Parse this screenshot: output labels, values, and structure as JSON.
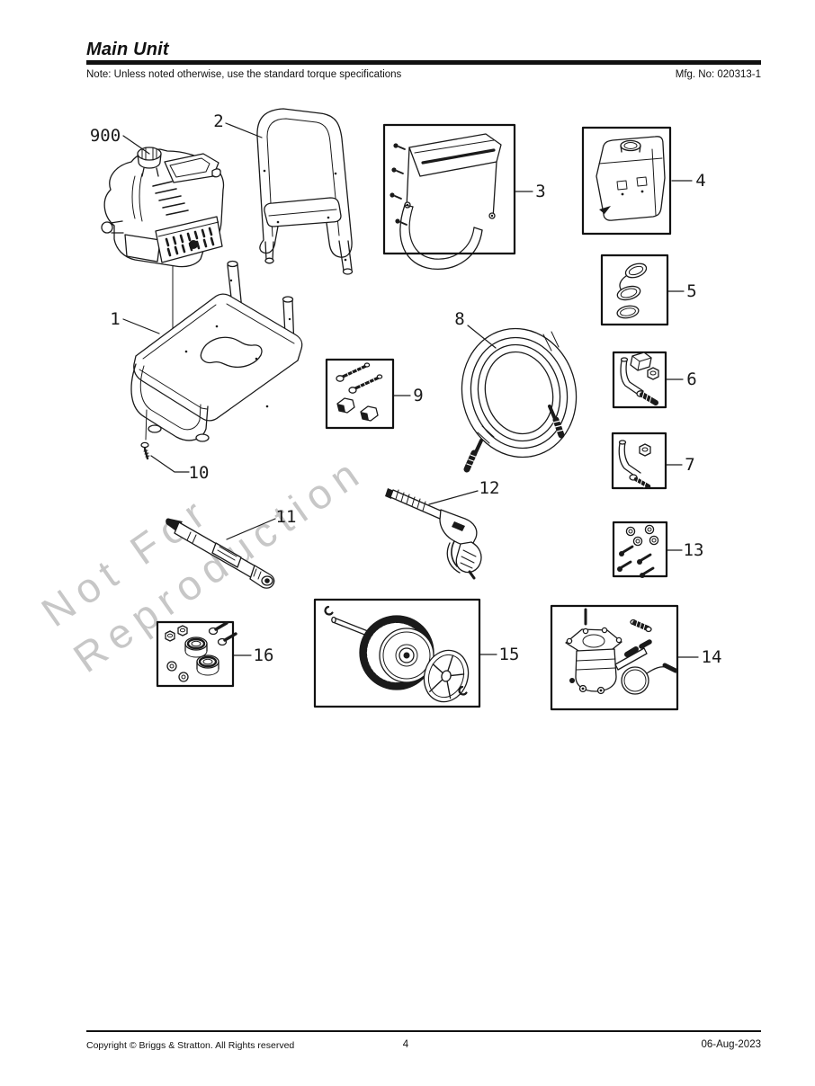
{
  "header": {
    "title": "Main Unit",
    "note": "Note: Unless noted otherwise, use the standard torque specifications",
    "mfg_no": "Mfg. No: 020313-1"
  },
  "watermark": {
    "line1": "Not For",
    "line2": "Reproduction"
  },
  "callouts": [
    {
      "id": "engine",
      "label": "900"
    },
    {
      "id": "frame",
      "label": "1"
    },
    {
      "id": "handle",
      "label": "2"
    },
    {
      "id": "handle-panel-kit",
      "label": "3"
    },
    {
      "id": "fuel-tank",
      "label": "4"
    },
    {
      "id": "cap-seal-kit",
      "label": "5"
    },
    {
      "id": "tube-kit-a",
      "label": "6"
    },
    {
      "id": "tube-kit-b",
      "label": "7"
    },
    {
      "id": "high-pressure-hose",
      "label": "8"
    },
    {
      "id": "handle-hardware-kit",
      "label": "9"
    },
    {
      "id": "screw",
      "label": "10"
    },
    {
      "id": "spray-wand",
      "label": "11"
    },
    {
      "id": "spray-gun",
      "label": "12"
    },
    {
      "id": "panel-hardware-kit",
      "label": "13"
    },
    {
      "id": "pump-kit",
      "label": "14"
    },
    {
      "id": "wheel-kit",
      "label": "15"
    },
    {
      "id": "wheel-hardware-kit",
      "label": "16"
    }
  ],
  "footer": {
    "copyright": "Copyright ©  Briggs & Stratton. All Rights reserved",
    "page_number": "4",
    "date": "06-Aug-2023"
  },
  "colors": {
    "line_art": "#1a1a1a",
    "box_border": "#111111",
    "watermark": "#c7c7c7"
  }
}
